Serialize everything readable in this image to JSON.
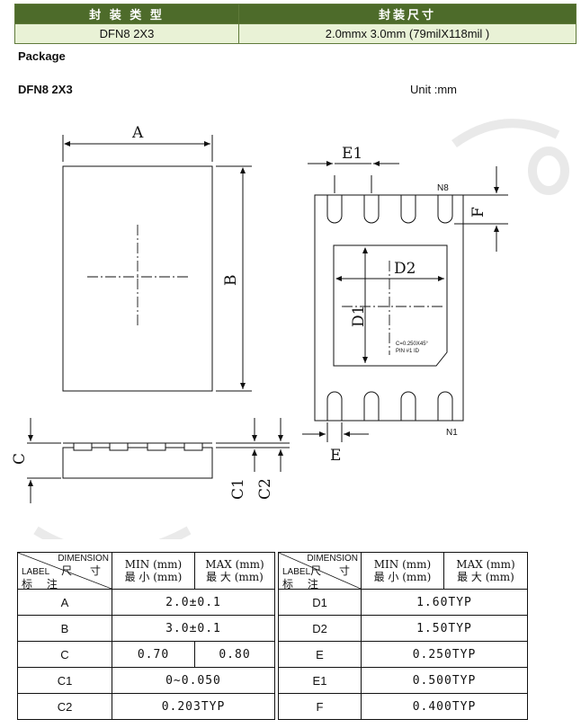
{
  "header": {
    "col1_title": "封 装 类 型",
    "col2_title": "封装尺寸",
    "package_type": "DFN8 2X3",
    "package_size": "2.0mmx 3.0mm (79milX118mil )"
  },
  "section_label": "Package",
  "package_name": "DFN8 2X3",
  "unit_text": "Unit :mm",
  "drawing": {
    "labels": {
      "A": "A",
      "B": "B",
      "C": "C",
      "C1": "C1",
      "C2": "C2",
      "D1": "D1",
      "D2": "D2",
      "E": "E",
      "E1": "E1",
      "F": "F",
      "N8": "N8",
      "N1": "N1",
      "chamfer_line1": "C=0.250X45°",
      "chamfer_line2": "PIN #1 ID"
    }
  },
  "table_header": {
    "dimension_en": "DIMENSION",
    "dimension_cn": "尺 寸",
    "label_en": "LABEL",
    "label_cn": "标 注",
    "min_en": "MIN (mm)",
    "min_cn": "最 小 (mm)",
    "max_en": "MAX (mm)",
    "max_cn": "最 大 (mm)"
  },
  "left_rows": [
    {
      "label": "A",
      "value": "2.0±0.1"
    },
    {
      "label": "B",
      "value": "3.0±0.1"
    },
    {
      "label": "C",
      "min": "0.70",
      "max": "0.80"
    },
    {
      "label": "C1",
      "value": "0~0.050"
    },
    {
      "label": "C2",
      "value": "0.203TYP"
    }
  ],
  "right_rows": [
    {
      "label": "D1",
      "value": "1.60TYP"
    },
    {
      "label": "D2",
      "value": "1.50TYP"
    },
    {
      "label": "E",
      "value": "0.250TYP"
    },
    {
      "label": "E1",
      "value": "0.500TYP"
    },
    {
      "label": "F",
      "value": "0.400TYP"
    }
  ]
}
